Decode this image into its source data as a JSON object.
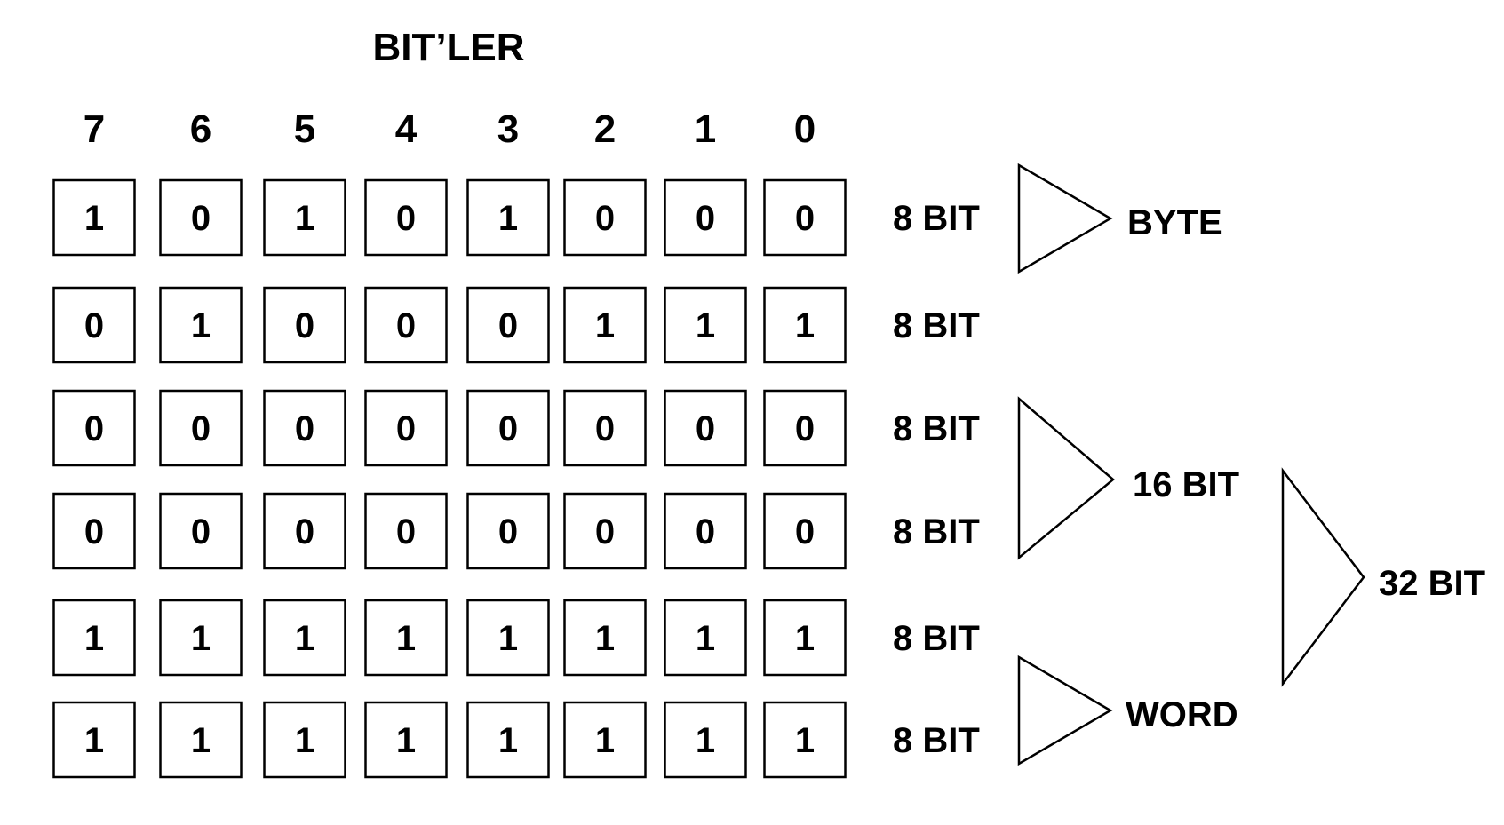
{
  "title": "BIT’LER",
  "bit_indices": [
    "7",
    "6",
    "5",
    "4",
    "3",
    "2",
    "1",
    "0"
  ],
  "rows": [
    {
      "bits": [
        "1",
        "0",
        "1",
        "0",
        "1",
        "0",
        "0",
        "0"
      ],
      "size_label": "8 BIT"
    },
    {
      "bits": [
        "0",
        "1",
        "0",
        "0",
        "0",
        "1",
        "1",
        "1"
      ],
      "size_label": "8 BIT"
    },
    {
      "bits": [
        "0",
        "0",
        "0",
        "0",
        "0",
        "0",
        "0",
        "0"
      ],
      "size_label": "8 BIT"
    },
    {
      "bits": [
        "0",
        "0",
        "0",
        "0",
        "0",
        "0",
        "0",
        "0"
      ],
      "size_label": "8 BIT"
    },
    {
      "bits": [
        "1",
        "1",
        "1",
        "1",
        "1",
        "1",
        "1",
        "1"
      ],
      "size_label": "8 BIT"
    },
    {
      "bits": [
        "1",
        "1",
        "1",
        "1",
        "1",
        "1",
        "1",
        "1"
      ],
      "size_label": "8 BIT"
    }
  ],
  "groups": [
    {
      "id": "byte",
      "label": "BYTE"
    },
    {
      "id": "16bit",
      "label": "16 BIT"
    },
    {
      "id": "word",
      "label": "WORD"
    },
    {
      "id": "32bit",
      "label": "32 BIT"
    }
  ]
}
